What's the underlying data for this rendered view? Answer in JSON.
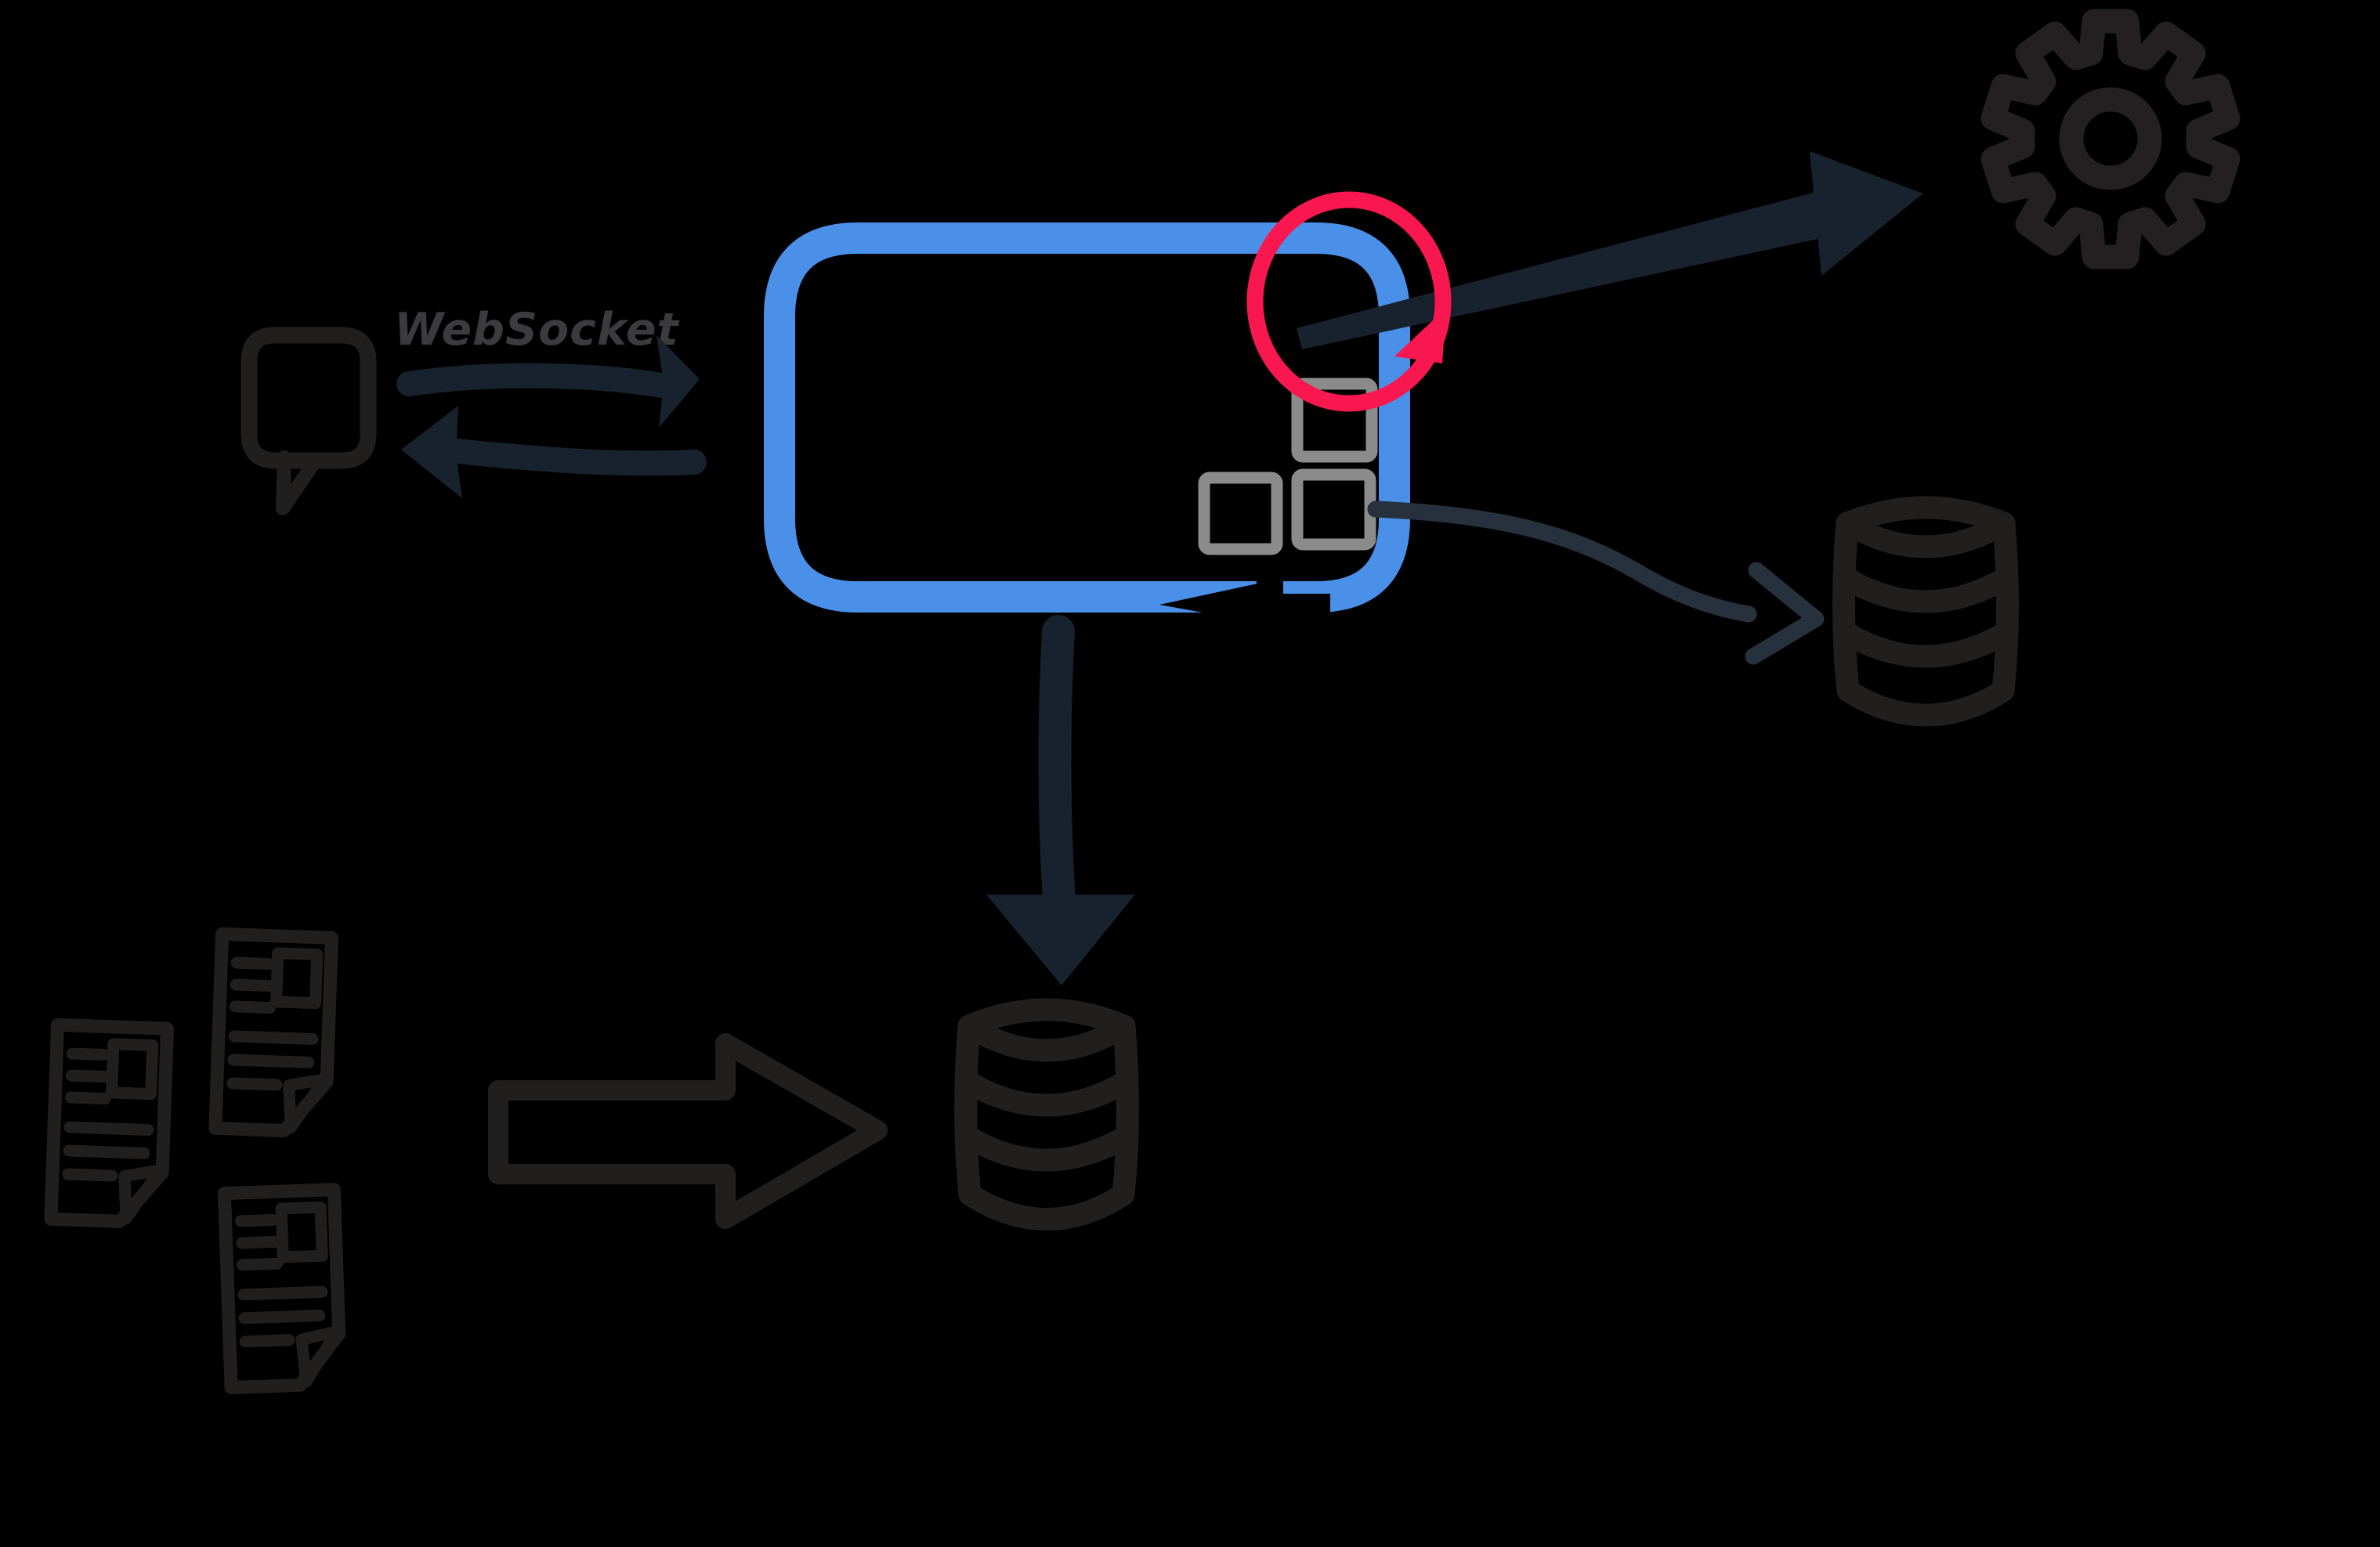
{
  "page": {
    "background": "#000000"
  },
  "diagram": {
    "labels": {
      "websocket": "WebSocket"
    },
    "colors": {
      "background": "#000000",
      "app_box": "#4a90e8",
      "highlight": "#f8174e",
      "flow_arrow": "#18222f",
      "connector": "#27303d",
      "sketch_icon": "#211e1e",
      "gear_icon": "#242021",
      "module_square": "#8b8b8b",
      "label_text": "#3b3a3c"
    },
    "icons": [
      "chat-bubble-icon",
      "gear-icon",
      "database-cylinder-icon-right",
      "database-cylinder-icon-bottom",
      "document-icon",
      "document-icon",
      "document-icon"
    ],
    "nodes": {
      "client": "chat bubble",
      "app_box": "blue rounded rectangle with top-right corner circled in red",
      "modules": "three gray squares on right edge of app box",
      "settings": "gear",
      "side_database": "database cylinder (right)",
      "main_database": "database cylinder (bottom)",
      "documents": "three document files"
    },
    "edges": [
      {
        "from": "chat-bubble",
        "to": "app-box",
        "label": "WebSocket",
        "style": "thick sketched arrow, left to right"
      },
      {
        "from": "app-box",
        "to": "chat-bubble",
        "style": "thick sketched arrow, right to left"
      },
      {
        "from": "app-box-corner",
        "to": "gear",
        "style": "thick sketched arrow, up-right"
      },
      {
        "from": "module-square",
        "to": "side-database",
        "style": "thin curved arrow"
      },
      {
        "from": "app-box",
        "to": "main-database",
        "style": "thick sketched arrow, down"
      },
      {
        "from": "documents",
        "to": "main-database",
        "style": "large hollow block arrow, left to right"
      }
    ],
    "annotations": [
      {
        "type": "highlight-circle",
        "color": "#f8174e",
        "target": "top-right corner of app box"
      }
    ]
  }
}
